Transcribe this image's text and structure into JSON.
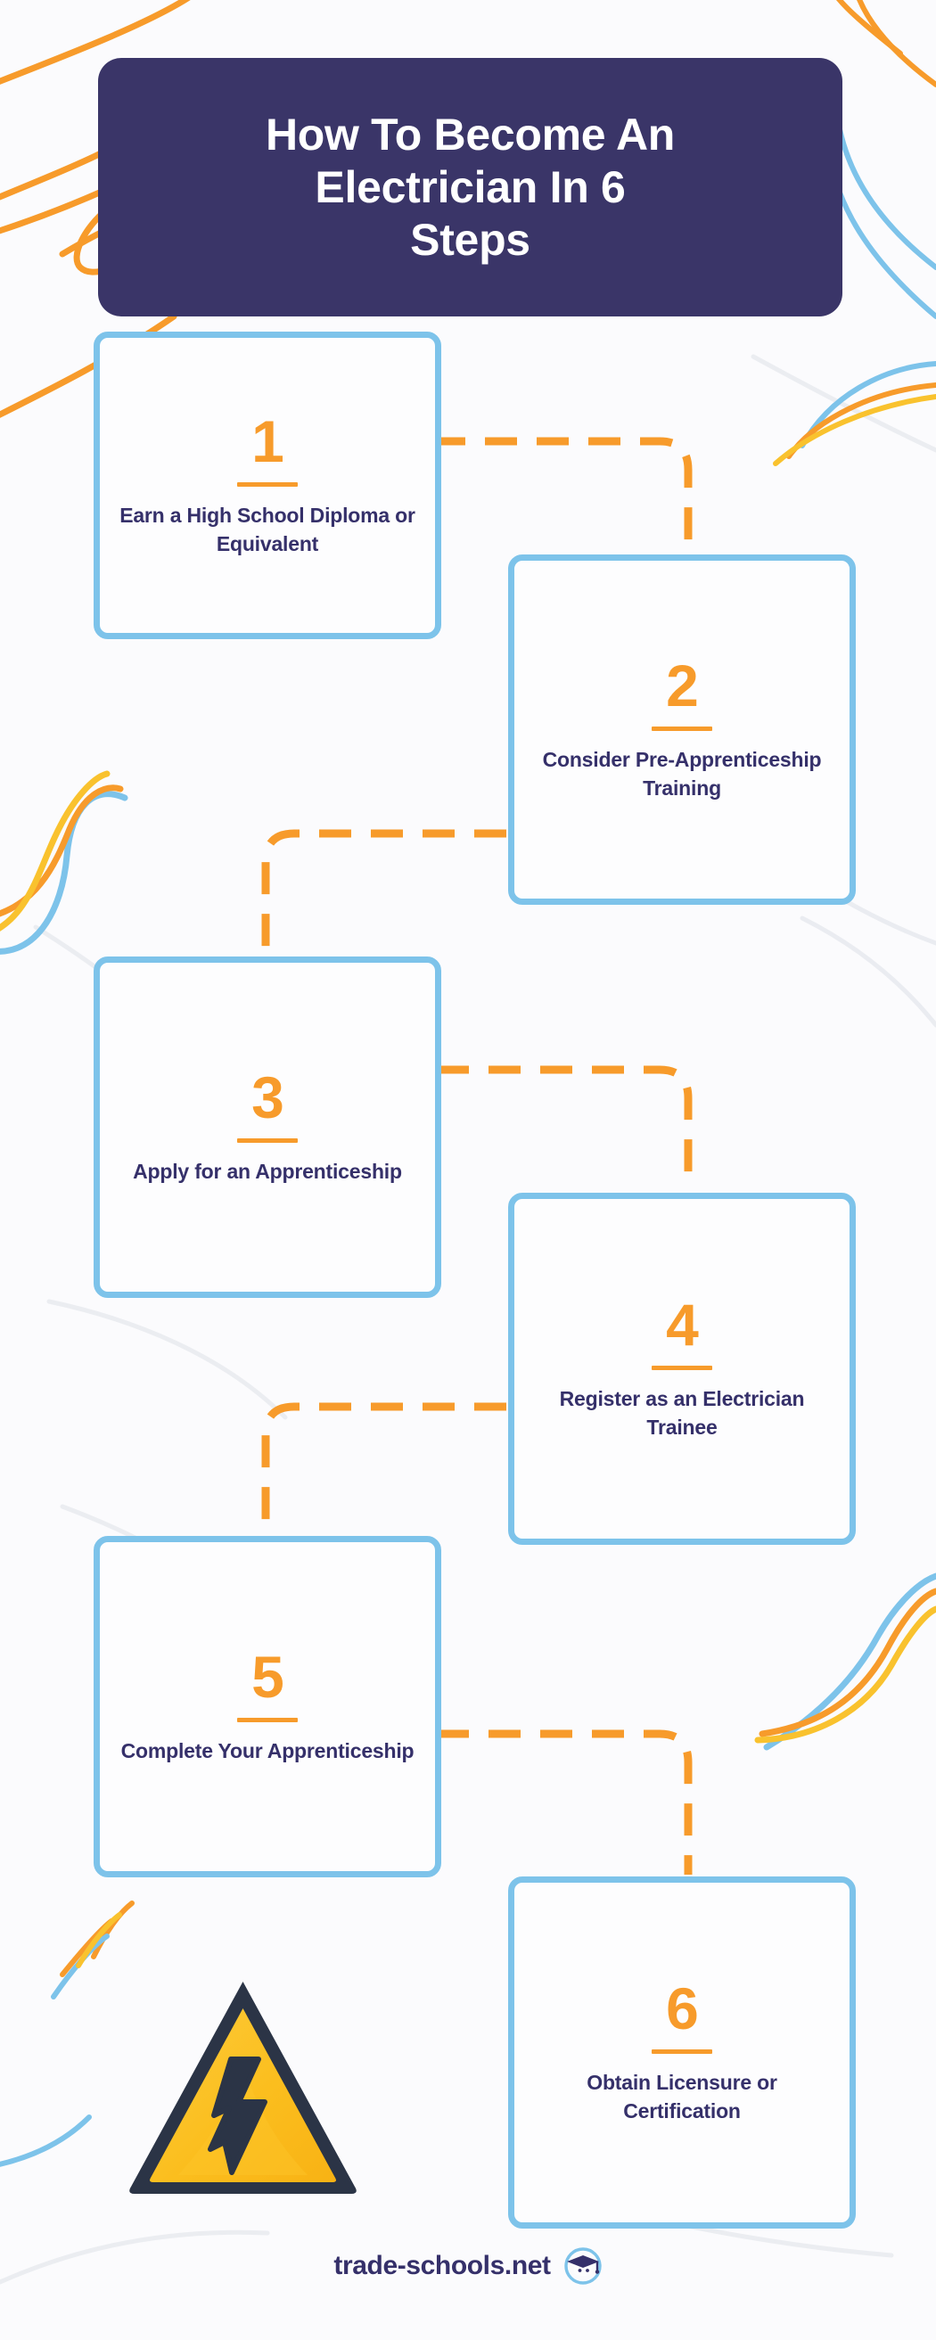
{
  "header": {
    "title": "How To Become An\nElectrician In 6\nSteps"
  },
  "colors": {
    "navy": "#3A3568",
    "text_navy": "#35306A",
    "orange": "#F79B2B",
    "light_blue": "#7DC3EA",
    "yellow": "#F9C22E",
    "background": "#FBFBFD",
    "card_fill": "#FDFDFE",
    "hazard_yellow": "#FBBE1E",
    "hazard_dark": "#2B3446"
  },
  "steps": [
    {
      "number": "1",
      "label": "Earn a High School Diploma or Equivalent",
      "side": "left"
    },
    {
      "number": "2",
      "label": "Consider Pre-Apprenticeship Training",
      "side": "right"
    },
    {
      "number": "3",
      "label": "Apply for an Apprenticeship",
      "side": "left"
    },
    {
      "number": "4",
      "label": "Register as an Electrician Trainee",
      "side": "right"
    },
    {
      "number": "5",
      "label": "Complete Your Apprenticeship",
      "side": "left"
    },
    {
      "number": "6",
      "label": "Obtain Licensure or Certification",
      "side": "right"
    }
  ],
  "decorations": {
    "hazard_sign": "electrical-hazard-triangle-icon",
    "wires": "twisted-wire-strands",
    "wire_colors": [
      "#F79B2B",
      "#F9C22E",
      "#7DC3EA"
    ]
  },
  "footer": {
    "brand": "trade-schools.net",
    "logo": "graduation-cap-logo"
  }
}
